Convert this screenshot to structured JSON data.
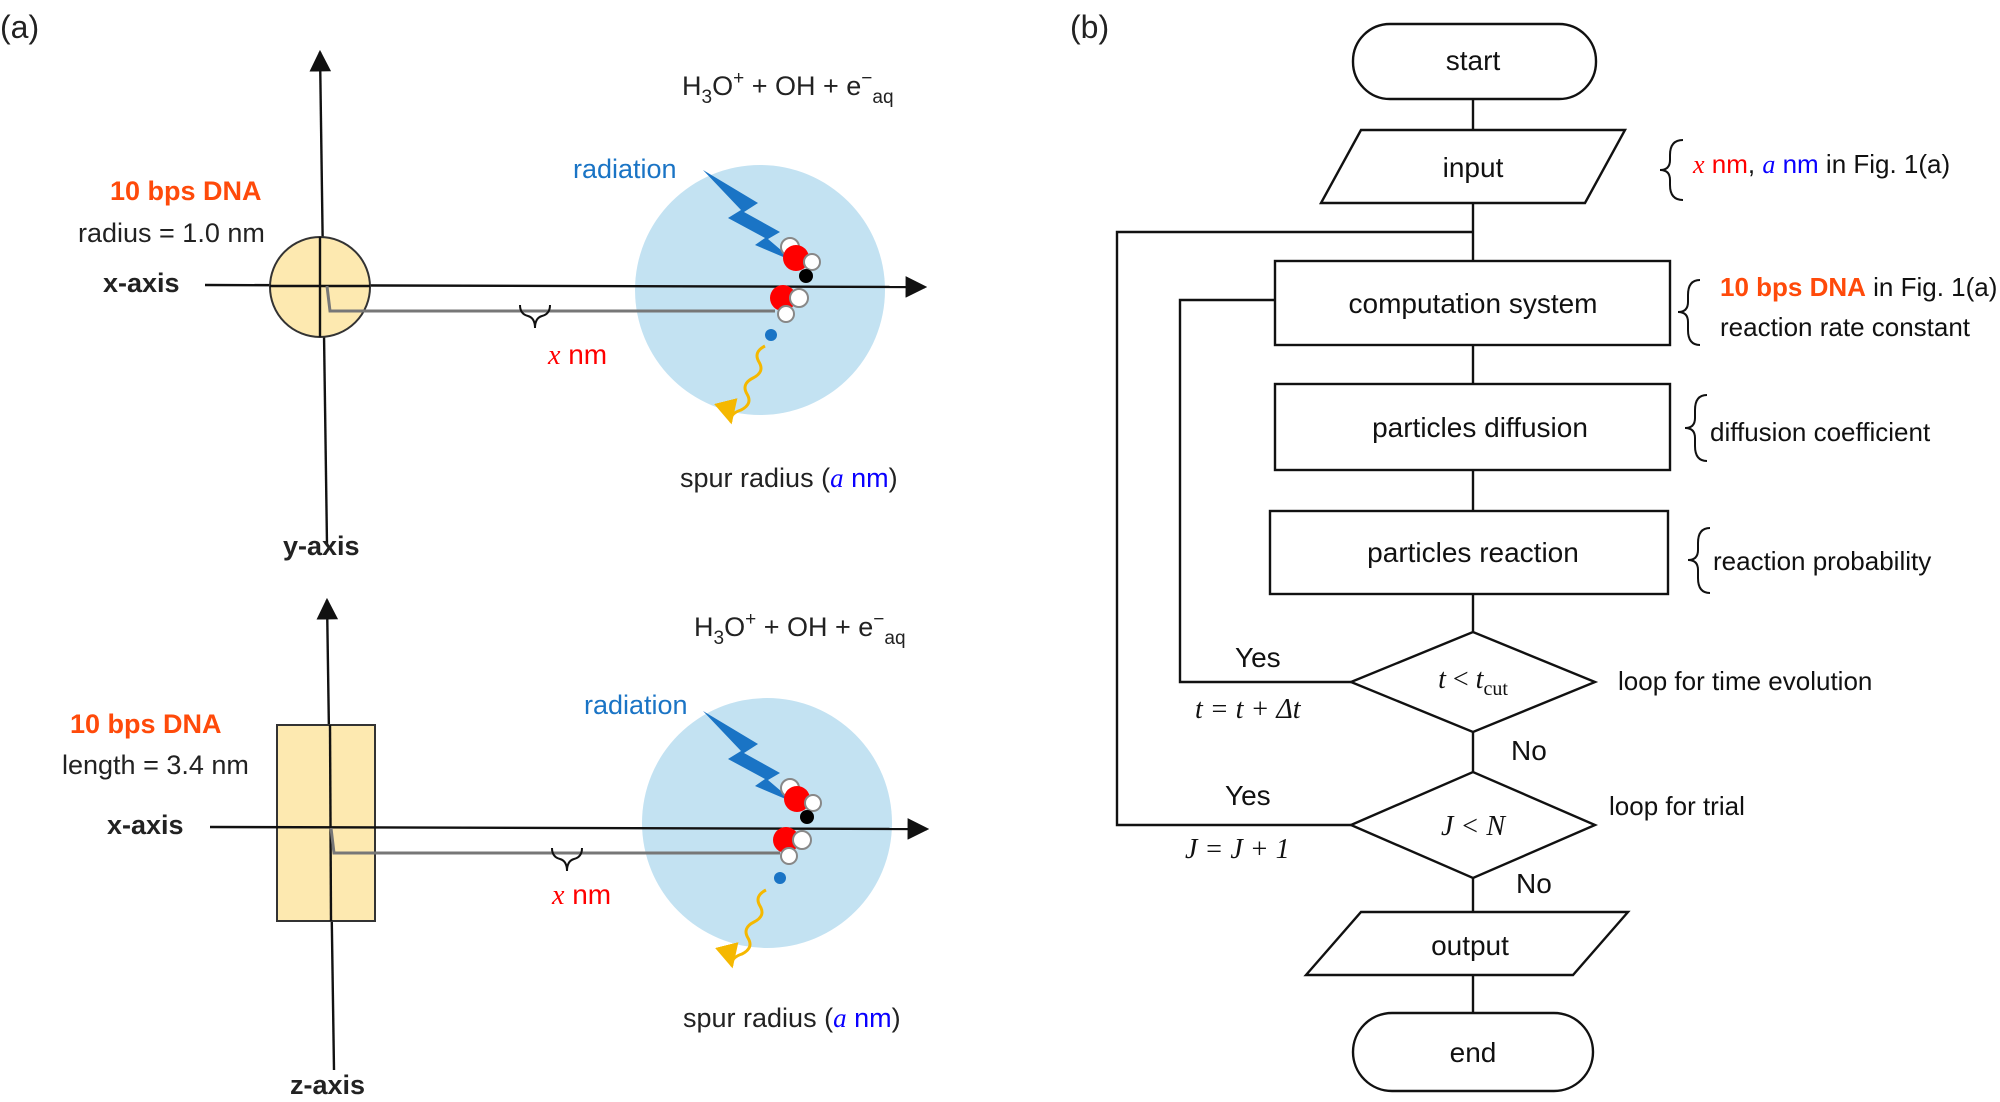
{
  "panel_a": {
    "label": "(a)",
    "top": {
      "dna_title": "10 bps DNA",
      "dna_dim": "radius = 1.0 nm",
      "x_axis": "x-axis",
      "y_axis": "y-axis",
      "x_dist_var": "x",
      "x_dist_unit": " nm",
      "radiation": "radiation",
      "species": {
        "h3o": "H",
        "h3o_sub": "3",
        "o": "O",
        "plus": "+",
        "rest": " + OH + e",
        "minus": "−",
        "sub": "aq"
      },
      "spur_prefix": "spur radius (",
      "spur_var": "a",
      "spur_unit": " nm",
      "spur_suffix": ")"
    },
    "bottom": {
      "dna_title": "10 bps DNA",
      "dna_dim": "length = 3.4 nm",
      "x_axis": "x-axis",
      "z_axis": "z-axis",
      "x_dist_var": "x",
      "x_dist_unit": " nm",
      "radiation": "radiation",
      "species": {
        "h3o": "H",
        "h3o_sub": "3",
        "o": "O",
        "plus": "+",
        "rest": " + OH + e",
        "minus": "−",
        "sub": "aq"
      },
      "spur_prefix": "spur radius (",
      "spur_var": "a",
      "spur_unit": " nm",
      "spur_suffix": ")"
    }
  },
  "panel_b": {
    "label": "(b)",
    "steps": {
      "start": "start",
      "input": "input",
      "computation": "computation system",
      "diffusion": "particles diffusion",
      "reaction": "particles reaction",
      "output": "output",
      "end": "end"
    },
    "decision_time": {
      "t": "t",
      "lt": " < ",
      "tcut": "t",
      "cut_sub": "cut"
    },
    "decision_trial": {
      "text": "J < N"
    },
    "yes1": "Yes",
    "yes2": "Yes",
    "no1": "No",
    "no2": "No",
    "update_time": "t = t + Δt",
    "update_trial": "J = J + 1",
    "loop_time": "loop for time evolution",
    "loop_trial": "loop for trial",
    "notes": {
      "input_x": "x",
      "input_nm1": " nm",
      "input_comma": ", ",
      "input_a": "a",
      "input_nm2": " nm",
      "input_ref": " in Fig. 1(a)",
      "comp_dna": "10 bps DNA",
      "comp_ref": " in Fig. 1(a)",
      "comp_rate": "reaction rate constant",
      "diffusion": "diffusion coefficient",
      "reaction": "reaction probability"
    }
  },
  "colors": {
    "dna_fill": "#fde9b0",
    "spur_fill": "#c3e2f2",
    "radiation": "#1a74c5",
    "dna_label": "#ff4a0a",
    "x_var": "#ff0000",
    "a_var": "#0a00ff",
    "photon": "#f5b800"
  }
}
